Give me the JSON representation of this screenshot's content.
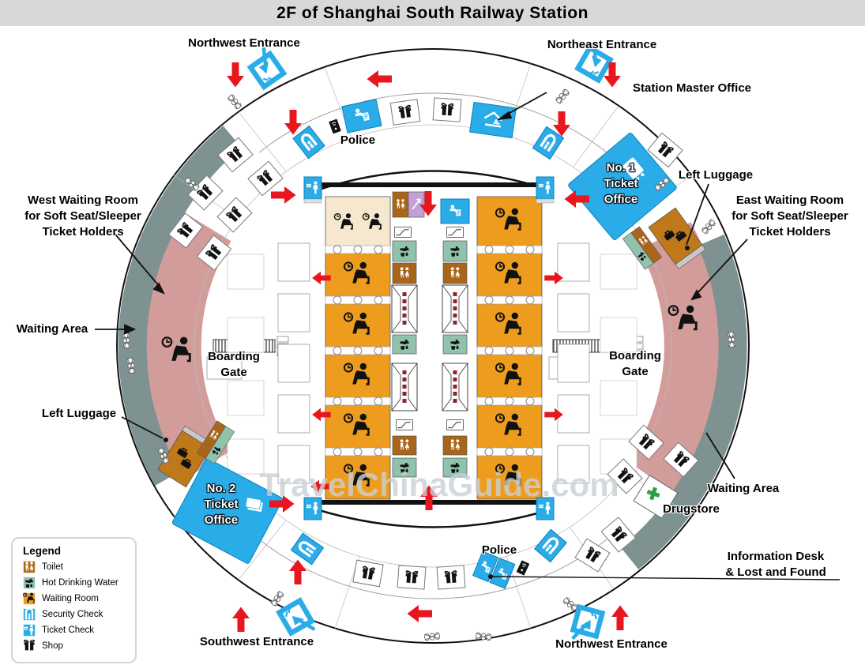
{
  "title": "2F of Shanghai South Railway Station",
  "watermark": "TravelChinaGuide.com",
  "colors": {
    "blue": "#2AACE8",
    "orange_waiting": "#EE9C1E",
    "pink_waiting": "#D29C9A",
    "ring_gray": "#7E9292",
    "teal_water": "#8FC3AC",
    "brown_toilet": "#A9661A",
    "purple_nursery": "#C2A0D8",
    "cream_room": "#F6E8CE",
    "red_arrow": "#E8171F",
    "drugstore_green": "#2E9E3E",
    "title_bar": "#D8D8D8"
  },
  "labels": {
    "entrance_nw_top": "Northwest Entrance",
    "entrance_ne": "Northeast Entrance",
    "entrance_sw": "Southwest Entrance",
    "entrance_nw_bottom": "Northwest Entrance",
    "station_master": "Station Master Office",
    "police_top": "Police",
    "police_bottom": "Police",
    "left_luggage_right": "Left Luggage",
    "left_luggage_left": "Left Luggage",
    "waiting_area_left": "Waiting Area",
    "waiting_area_right": "Waiting Area",
    "drugstore": "Drugstore",
    "west_waiting": {
      "l1": "West Waiting Room",
      "l2": "for Soft Seat/Sleeper",
      "l3": "Ticket Holders"
    },
    "east_waiting": {
      "l1": "East Waiting Room",
      "l2": "for Soft Seat/Sleeper",
      "l3": "Ticket Holders"
    },
    "boarding_left": {
      "l1": "Boarding",
      "l2": "Gate"
    },
    "boarding_right": {
      "l1": "Boarding",
      "l2": "Gate"
    },
    "no1_ticket": {
      "l1": "No. 1",
      "l2": "Ticket",
      "l3": "Office"
    },
    "no2_ticket": {
      "l1": "No. 2",
      "l2": "Ticket",
      "l3": "Office"
    },
    "info_desk": {
      "l1": "Information Desk",
      "l2": "& Lost and Found"
    }
  },
  "legend": {
    "title": "Legend",
    "items": [
      {
        "label": "Toilet",
        "color": "#B06E14"
      },
      {
        "label": "Hot Drinking Water",
        "color": "#8FC3AC"
      },
      {
        "label": "Waiting Room",
        "color": "#EE9C1E"
      },
      {
        "label": "Security Check",
        "color": "#2AACE8"
      },
      {
        "label": "Ticket Check",
        "color": "#2AACE8"
      },
      {
        "label": "Shop",
        "color": "#FFFFFF"
      }
    ]
  }
}
